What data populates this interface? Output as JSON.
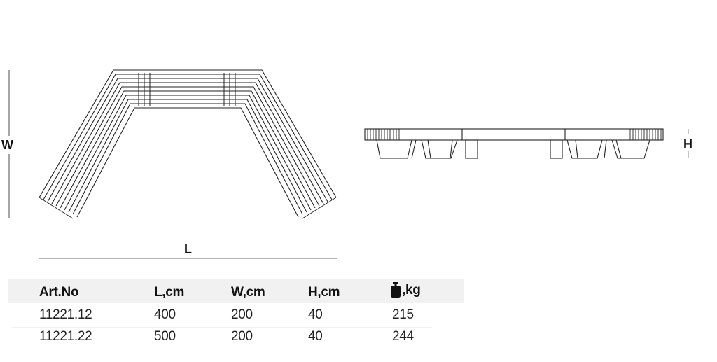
{
  "drawings": {
    "top_view": {
      "width_label": "W",
      "length_label": "L"
    },
    "side_view": {
      "height_label": "H"
    }
  },
  "table": {
    "columns": [
      {
        "key": "art_no",
        "label": "Art.No"
      },
      {
        "key": "l_cm",
        "label": "L,cm"
      },
      {
        "key": "w_cm",
        "label": "W,cm"
      },
      {
        "key": "h_cm",
        "label": "H,cm"
      },
      {
        "key": "weight_kg",
        "label": ",kg",
        "icon": "weight-icon"
      }
    ],
    "rows": [
      {
        "art_no": "11221.12",
        "l_cm": "400",
        "w_cm": "200",
        "h_cm": "40",
        "weight_kg": "215"
      },
      {
        "art_no": "11221.22",
        "l_cm": "500",
        "w_cm": "200",
        "h_cm": "40",
        "weight_kg": "244"
      }
    ]
  },
  "colors": {
    "header_bg": "#f1f1f2",
    "line": "#222222",
    "dim_line": "#888888"
  }
}
